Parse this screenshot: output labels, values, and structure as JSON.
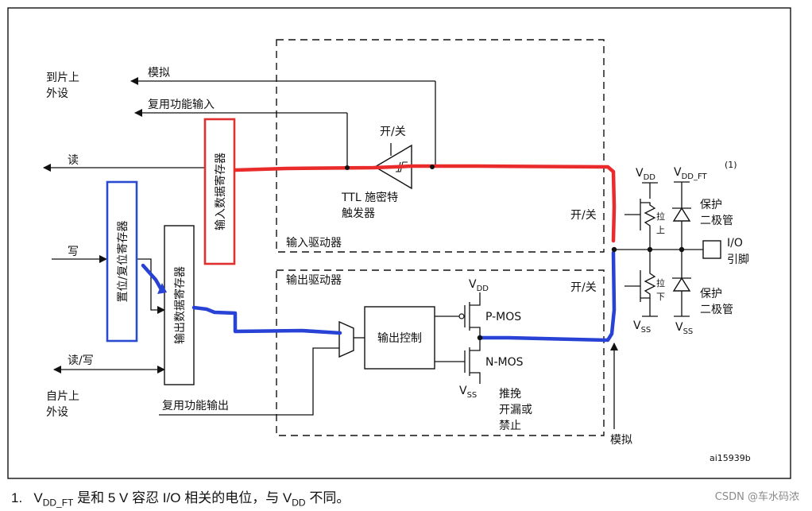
{
  "labels": {
    "to_onchip_periph": [
      "到片上",
      "外设"
    ],
    "analog_top": "模拟",
    "alt_func_input": "复用功能输入",
    "read": "读",
    "write": "写",
    "read_write": "读/写",
    "from_onchip_periph": [
      "自片上",
      "外设"
    ],
    "alt_func_output": "复用功能输出",
    "input_data_register": "输入数据寄存器",
    "bit_set_reset_register": "置位/复位寄存器",
    "output_data_register": "输出数据寄存器",
    "on_off_ttl": "开/关",
    "ttl_schmitt": [
      "TTL 施密特",
      "触发器"
    ],
    "input_driver": "输入驱动器",
    "output_driver": "输出驱动器",
    "output_control": "输出控制",
    "p_mos": "P-MOS",
    "n_mos": "N-MOS",
    "vdd_main": "V",
    "vdd_sub": "DD",
    "vss_main": "V",
    "vss_sub": "SS",
    "vdd_ft_main": "V",
    "vdd_ft_sub": "DD_FT",
    "footnote_mark": "(1)",
    "mode_options": [
      "推挽",
      "开漏或",
      "禁止"
    ],
    "analog_bottom": "模拟",
    "on_off_pullup": "开/关",
    "on_off_pulldown": "开/关",
    "pull_up": [
      "拉",
      "上"
    ],
    "pull_down": [
      "拉",
      "下"
    ],
    "protection_diode_top": [
      "保护",
      "二极管"
    ],
    "protection_diode_bottom": [
      "保护",
      "二极管"
    ],
    "io_pin": [
      "I/O",
      "引脚"
    ],
    "figure_id": "ai15939b"
  },
  "footnote": {
    "index": "1.",
    "v1": "V",
    "v1_sub": "DD_FT",
    "text_a": "是和 5 V 容忍 I/O 相关的电位，与 V",
    "v2_sub": "DD",
    "text_b": "不同。"
  },
  "watermark": "CSDN @车水码浓",
  "colors": {
    "input_path_highlight": "#ea2b2b",
    "output_path_highlight": "#2742d4",
    "input_register_box": "#e03030",
    "set_reset_register_box": "#2a4bd0"
  }
}
